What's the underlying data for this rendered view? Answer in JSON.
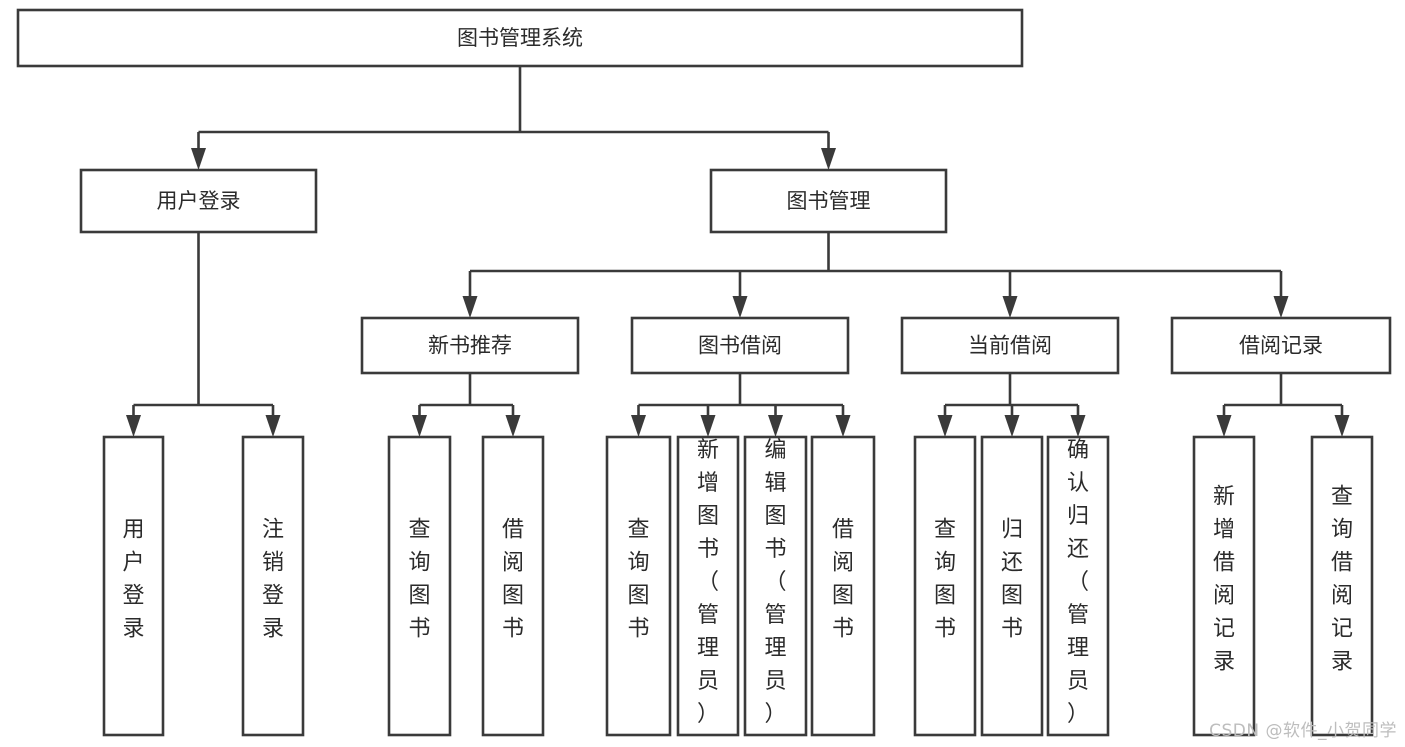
{
  "diagram": {
    "title": "图书管理系统",
    "type": "hierarchy-tree",
    "watermark": "CSDN @软件_小贺同学",
    "colors": {
      "stroke": "#3a3a3a",
      "box_fill": "#ffffff",
      "text": "#2b2b2b",
      "background": "#ffffff",
      "watermark": "#bdbdbd"
    },
    "root": {
      "label": "图书管理系统"
    },
    "level2": [
      {
        "label": "用户登录"
      },
      {
        "label": "图书管理"
      }
    ],
    "level3": [
      {
        "label": "新书推荐"
      },
      {
        "label": "图书借阅"
      },
      {
        "label": "当前借阅"
      },
      {
        "label": "借阅记录"
      }
    ],
    "leaves": {
      "user_login": [
        {
          "label": "用户登录"
        },
        {
          "label": "注销登录"
        }
      ],
      "new_book_recommend": [
        {
          "label": "查询图书"
        },
        {
          "label": "借阅图书"
        }
      ],
      "book_borrow": [
        {
          "label": "查询图书"
        },
        {
          "label": "新增图书（管理员）"
        },
        {
          "label": "编辑图书（管理员）"
        },
        {
          "label": "借阅图书"
        }
      ],
      "current_borrow": [
        {
          "label": "查询图书"
        },
        {
          "label": "归还图书"
        },
        {
          "label": "确认归还（管理员）"
        }
      ],
      "borrow_record": [
        {
          "label": "新增借阅记录"
        },
        {
          "label": "查询借阅记录"
        }
      ]
    }
  }
}
